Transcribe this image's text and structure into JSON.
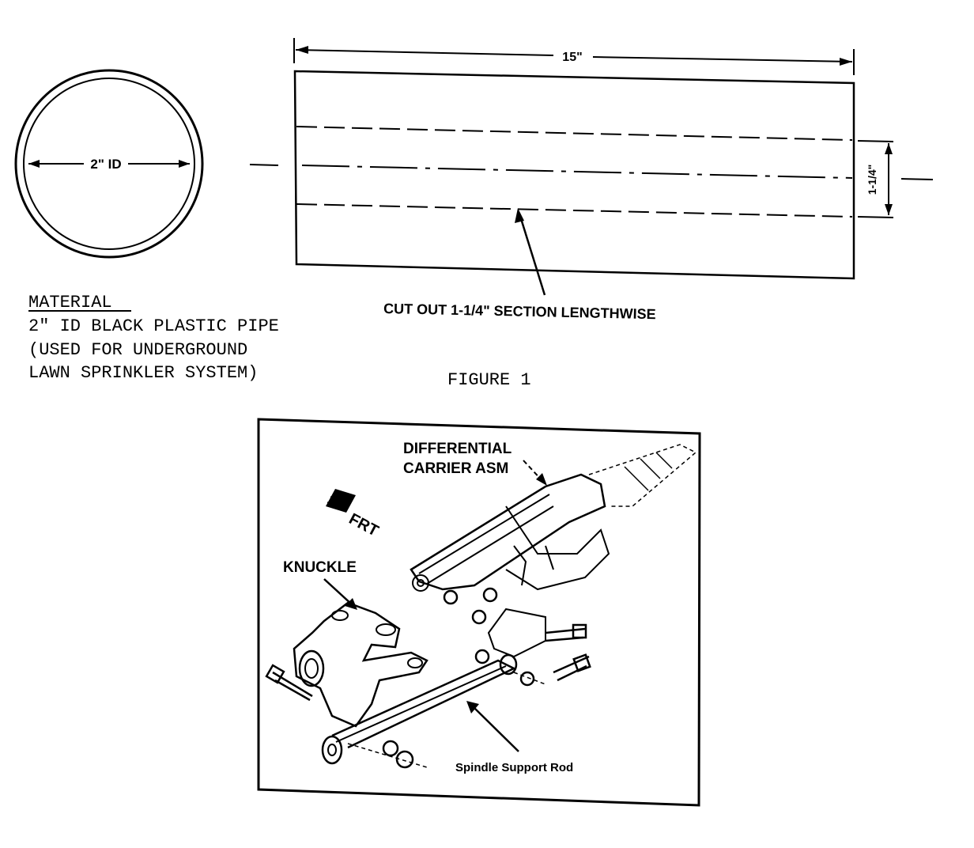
{
  "figure1": {
    "pipe_length_label": "15\"",
    "pipe_id_label": "2\" ID",
    "cut_width_label": "1-1/4\"",
    "cut_instruction": "CUT OUT 1-1/4\" SECTION LENGTHWISE",
    "material": {
      "heading": "MATERIAL",
      "lines": [
        "2\" ID BLACK PLASTIC PIPE",
        "(USED FOR UNDERGROUND",
        "LAWN SPRINKLER SYSTEM)"
      ]
    },
    "caption": "FIGURE 1"
  },
  "figure2": {
    "labels": {
      "differential_line1": "DIFFERENTIAL",
      "differential_line2": "CARRIER ASM",
      "front": "FRT",
      "knuckle": "KNUCKLE",
      "spindle_rod": "Spindle Support Rod"
    }
  }
}
